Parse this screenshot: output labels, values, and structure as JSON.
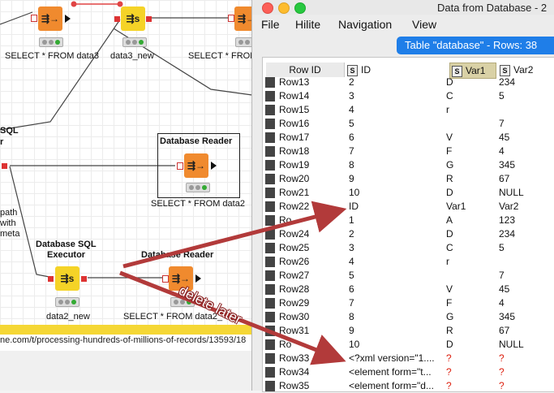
{
  "canvas": {
    "nodes": [
      {
        "label": "SELECT * FROM data3"
      },
      {
        "label": "data3_new"
      },
      {
        "label": "SELECT * FROM"
      },
      {
        "title": "Database Reader",
        "label": "SELECT * FROM data2"
      },
      {
        "title": "Database SQL Executor",
        "label": "data2_new"
      },
      {
        "title": "Database Reader",
        "label": "SELECT * FROM data2_"
      }
    ],
    "partial_labels": {
      "sql": "SQL",
      "r": "r",
      "path": "path",
      "with": "with",
      "meta": "meta"
    },
    "url": "ne.com/t/processing-hundreds-of-millions-of-records/13593/18"
  },
  "window": {
    "title": "Data from Database - 2",
    "menu": [
      "File",
      "Hilite",
      "Navigation",
      "View"
    ],
    "table_label": "Table \"database\" - Rows: 38",
    "columns": {
      "rowid": "Row ID",
      "id": "ID",
      "var1": "Var1",
      "var2": "Var2",
      "type_badge": "S"
    },
    "rows": [
      [
        "Row13",
        "2",
        "D",
        "234"
      ],
      [
        "Row14",
        "3",
        "C",
        "5"
      ],
      [
        "Row15",
        "4",
        "r",
        ""
      ],
      [
        "Row16",
        "5",
        "",
        "7"
      ],
      [
        "Row17",
        "6",
        "V",
        "45"
      ],
      [
        "Row18",
        "7",
        "F",
        "4"
      ],
      [
        "Row19",
        "8",
        "G",
        "345"
      ],
      [
        "Row20",
        "9",
        "R",
        "67"
      ],
      [
        "Row21",
        "10",
        "D",
        "NULL"
      ],
      [
        "Row22",
        "ID",
        "Var1",
        "Var2"
      ],
      [
        "Ro",
        "1",
        "A",
        "123"
      ],
      [
        "Row24",
        "2",
        "D",
        "234"
      ],
      [
        "Row25",
        "3",
        "C",
        "5"
      ],
      [
        "Row26",
        "4",
        "r",
        ""
      ],
      [
        "Row27",
        "5",
        "",
        "7"
      ],
      [
        "Row28",
        "6",
        "V",
        "45"
      ],
      [
        "Row29",
        "7",
        "F",
        "4"
      ],
      [
        "Row30",
        "8",
        "G",
        "345"
      ],
      [
        "Row31",
        "9",
        "R",
        "67"
      ],
      [
        "Ro",
        "10",
        "D",
        "NULL"
      ],
      [
        "Row33",
        "<?xml version=\"1....",
        "?",
        "?"
      ],
      [
        "Row34",
        "<element form=\"t...",
        "?",
        "?"
      ],
      [
        "Row35",
        "<element form=\"d...",
        "?",
        "?"
      ]
    ]
  },
  "annotation": {
    "text": "delete later",
    "color": "#b23a3a"
  }
}
